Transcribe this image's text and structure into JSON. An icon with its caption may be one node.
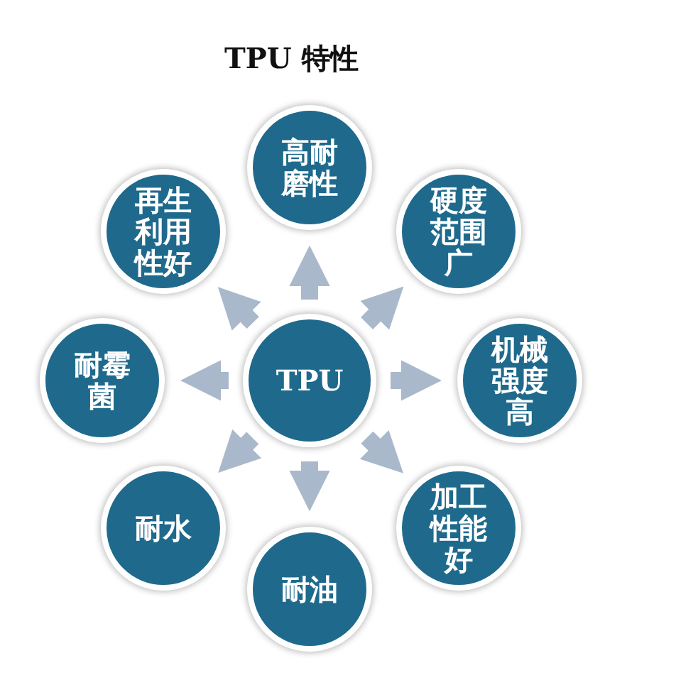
{
  "diagram": {
    "title": "TPU 特性",
    "nodes": [
      {
        "text": [
          "TPU"
        ]
      },
      {
        "text": [
          "高耐磨性"
        ]
      },
      {
        "text": [
          "硬度范围广"
        ]
      },
      {
        "text": [
          "机械强度高"
        ]
      },
      {
        "text": [
          "加工性能好"
        ]
      },
      {
        "text": [
          "耐油"
        ]
      },
      {
        "text": [
          "耐水"
        ]
      },
      {
        "text": [
          "耐霉菌"
        ]
      },
      {
        "text": [
          "再生利用性好"
        ]
      }
    ],
    "edges": [
      {
        "from": 0,
        "to": 1,
        "arrow": "to"
      },
      {
        "from": 0,
        "to": 2,
        "arrow": "to"
      },
      {
        "from": 0,
        "to": 3,
        "arrow": "to"
      },
      {
        "from": 0,
        "to": 4,
        "arrow": "to"
      },
      {
        "from": 0,
        "to": 5,
        "arrow": "to"
      },
      {
        "from": 0,
        "to": 6,
        "arrow": "to"
      },
      {
        "from": 0,
        "to": 7,
        "arrow": "to"
      },
      {
        "from": 0,
        "to": 8,
        "arrow": "to"
      }
    ]
  }
}
